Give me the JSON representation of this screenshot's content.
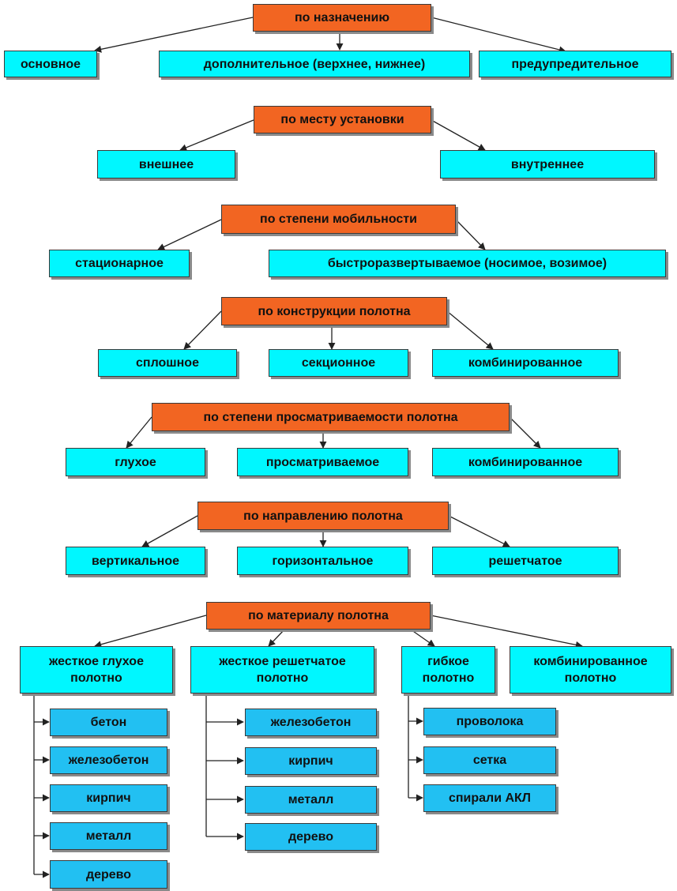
{
  "colors": {
    "category": "#f26522",
    "option": "#00f7ff",
    "material": "#22c0f2",
    "line": "#222222"
  },
  "purpose": {
    "title": "по назначению",
    "items": [
      "основное",
      "дополнительное (верхнее, нижнее)",
      "предупредительное"
    ]
  },
  "location": {
    "title": "по месту установки",
    "items": [
      "внешнее",
      "внутреннее"
    ]
  },
  "mobility": {
    "title": "по степени мобильности",
    "items": [
      "стационарное",
      "быстроразвертываемое (носимое, возимое)"
    ]
  },
  "construction": {
    "title": "по конструкции полотна",
    "items": [
      "сплошное",
      "секционное",
      "комбинированное"
    ]
  },
  "visibility": {
    "title": "по степени просматриваемости полотна",
    "items": [
      "глухое",
      "просматриваемое",
      "комбинированное"
    ]
  },
  "direction": {
    "title": "по направлению полотна",
    "items": [
      "вертикальное",
      "горизонтальное",
      "решетчатое"
    ]
  },
  "material": {
    "title": "по материалу полотна",
    "groups": [
      {
        "label": "жесткое глухое\nполотно",
        "items": [
          "бетон",
          "железобетон",
          "кирпич",
          "металл",
          "дерево"
        ]
      },
      {
        "label": "жесткое решетчатое\nполотно",
        "items": [
          "железобетон",
          "кирпич",
          "металл",
          "дерево"
        ]
      },
      {
        "label": "гибкое\nполотно",
        "items": [
          "проволока",
          "сетка",
          "спирали АКЛ"
        ]
      },
      {
        "label": "комбинированное\nполотно",
        "items": []
      }
    ]
  }
}
